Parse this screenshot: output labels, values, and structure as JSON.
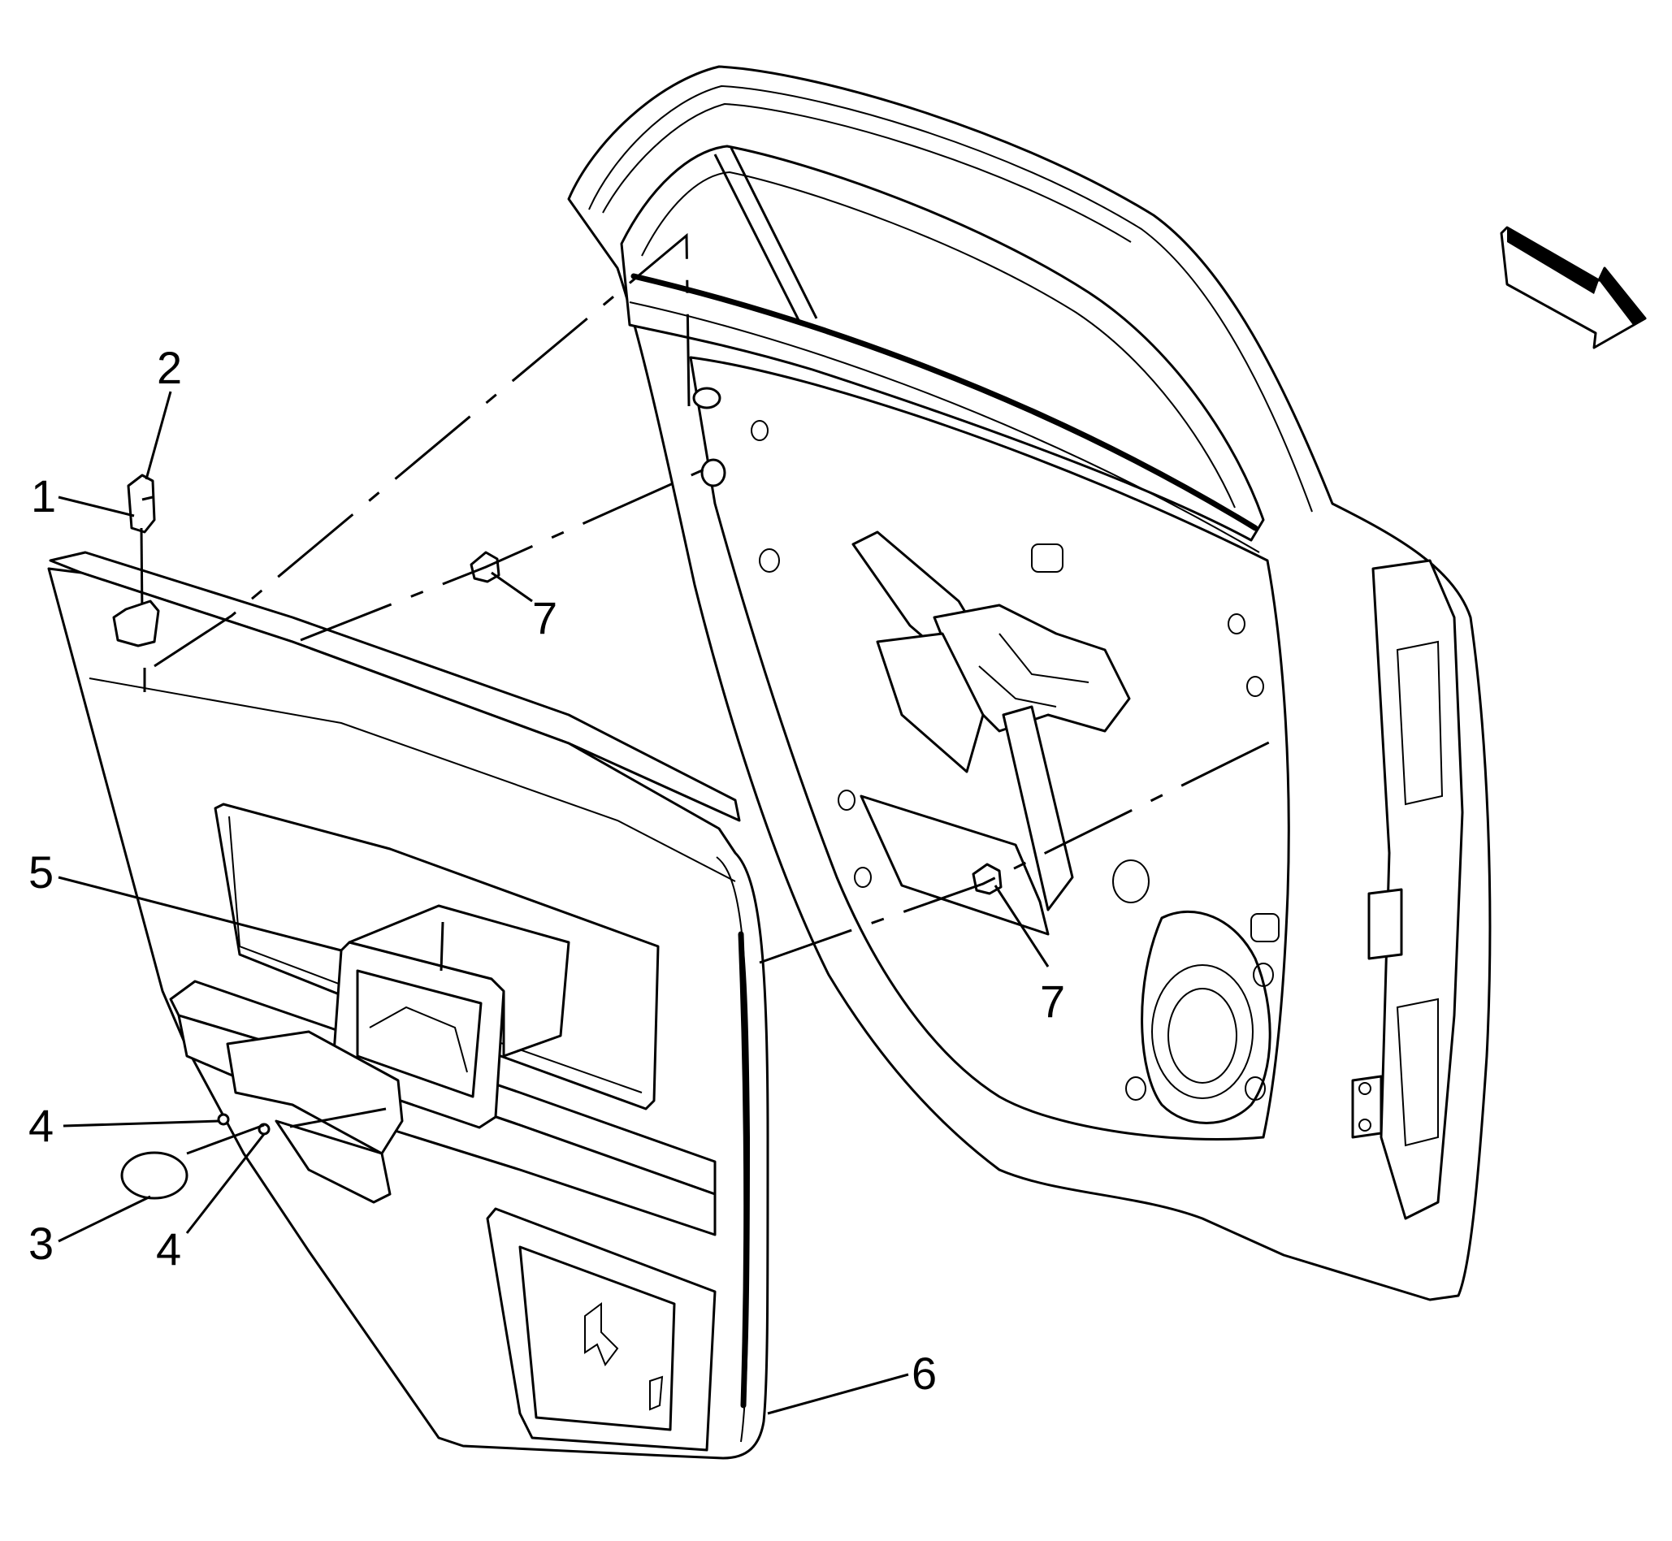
{
  "callouts": {
    "c1": "1",
    "c2": "2",
    "c3": "3",
    "c4a": "4",
    "c4b": "4",
    "c5": "5",
    "c6": "6",
    "c7a": "7",
    "c7b": "7"
  },
  "icons": {
    "direction": "front-direction-arrow-icon"
  },
  "colors": {
    "line": "#000000",
    "background": "#ffffff"
  }
}
